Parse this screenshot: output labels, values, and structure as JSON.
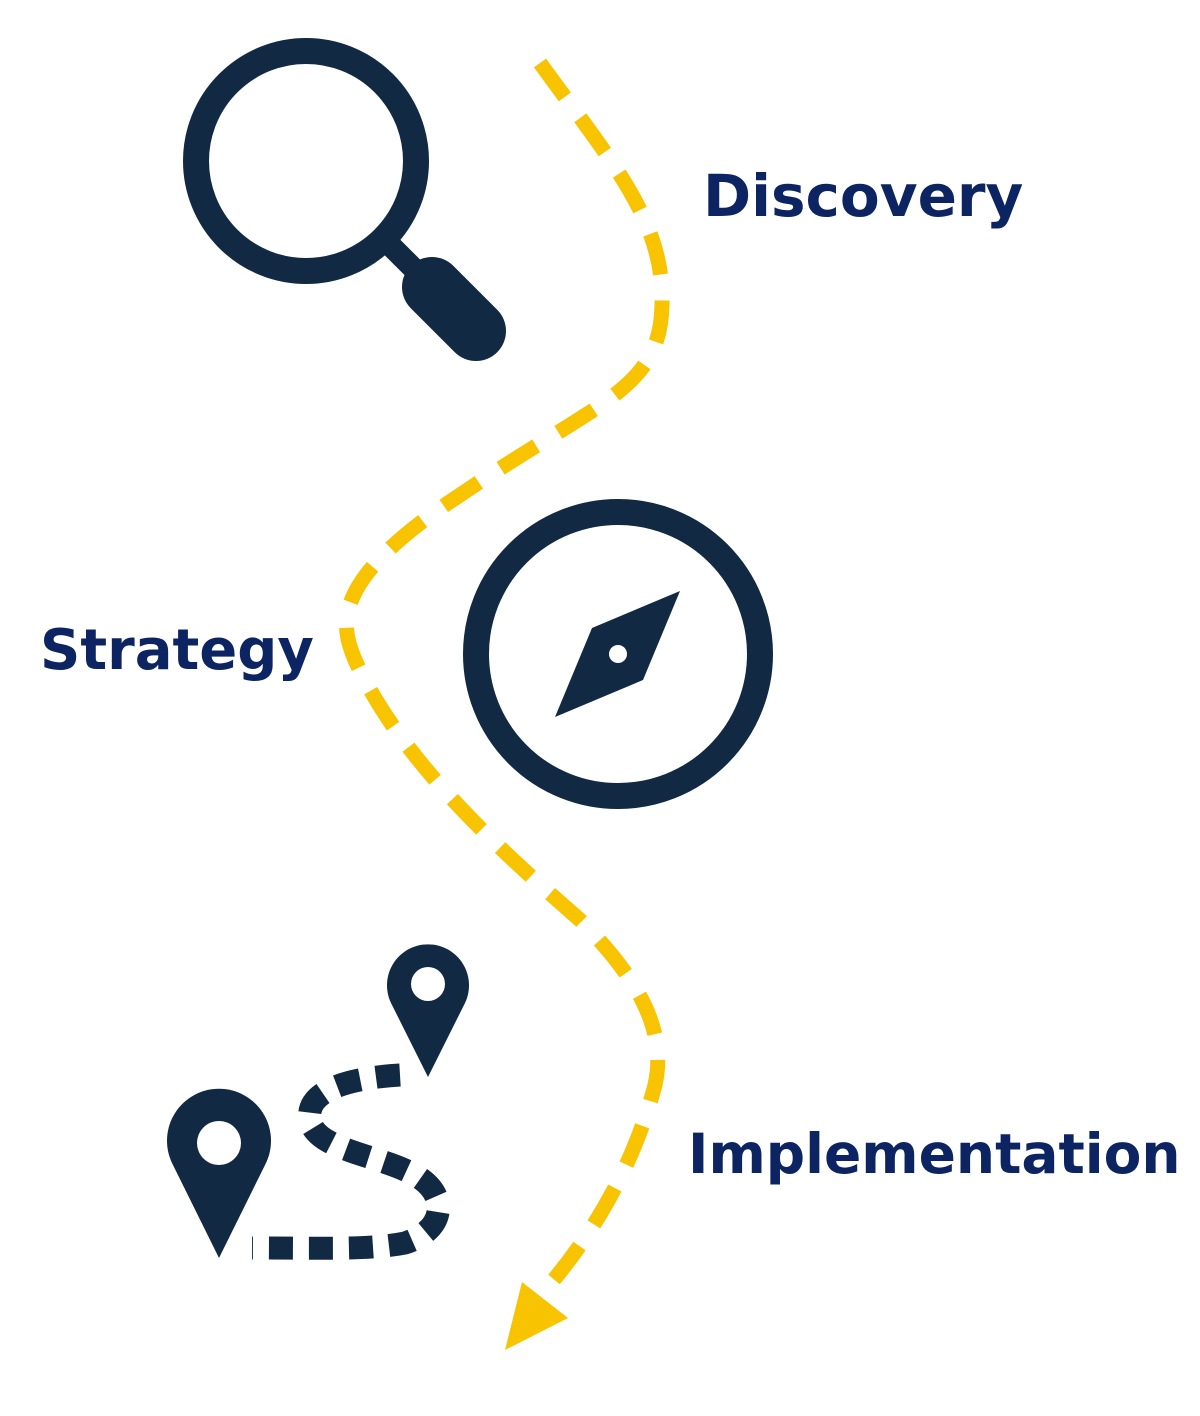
{
  "steps": [
    {
      "label": "Discovery",
      "icon": "magnifier-icon"
    },
    {
      "label": "Strategy",
      "icon": "compass-icon"
    },
    {
      "label": "Implementation",
      "icon": "map-route-icon"
    }
  ],
  "colors": {
    "navy": "#112942",
    "accent": "#f8c300",
    "text": "#0c2461",
    "background": "#ffffff"
  }
}
